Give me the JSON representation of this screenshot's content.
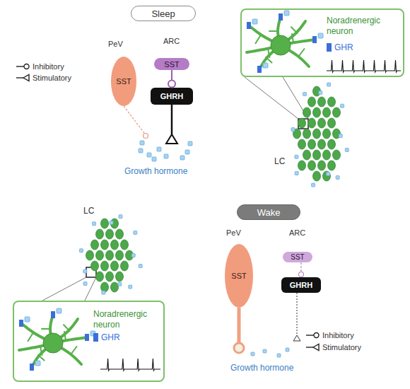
{
  "diagram": {
    "nodes": [
      {
        "text": [
          "Sleep"
        ]
      },
      {
        "text": [
          "PeV"
        ]
      },
      {
        "text": [
          "SST"
        ],
        "in": 1
      },
      {
        "text": [
          "ARC"
        ]
      },
      {
        "text": [
          "SST"
        ],
        "in": 3
      },
      {
        "text": [
          "GHRH"
        ],
        "in": 3
      },
      {
        "text": [
          "Noradrenergic neuron"
        ]
      },
      {
        "text": [
          "LC"
        ]
      },
      {
        "text": [
          "Wake"
        ]
      },
      {
        "text": [
          "PeV"
        ]
      },
      {
        "text": [
          "SST"
        ],
        "in": 9
      },
      {
        "text": [
          "ARC"
        ]
      },
      {
        "text": [
          "SST"
        ],
        "in": 11
      },
      {
        "text": [
          "GHRH"
        ],
        "in": 11
      },
      {
        "text": [
          "LC"
        ]
      },
      {
        "text": [
          "Noradrenergic neuron"
        ]
      }
    ],
    "edges": [
      {
        "from": 4,
        "to": 5,
        "arrow": "to"
      },
      {
        "from": 12,
        "to": 13,
        "arrow": "to"
      }
    ],
    "labels": [
      "Growth hormone",
      "Growth hormone"
    ],
    "legend": [
      {
        "text": "Inhibitory"
      },
      {
        "text": "Stimulatory"
      },
      {
        "text": "GHR",
        "color": "#3a6fd8"
      },
      {
        "text": "Inhibitory"
      },
      {
        "text": "Stimulatory"
      },
      {
        "text": "GHR",
        "color": "#3a6fd8"
      }
    ]
  }
}
